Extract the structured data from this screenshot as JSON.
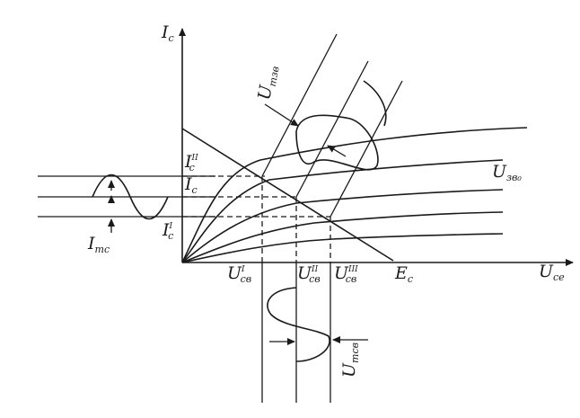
{
  "labels": {
    "ic_axis": {
      "main": "I",
      "sub": "c",
      "sup": ""
    },
    "uce_axis": {
      "main": "U",
      "sub": "ce",
      "sup": ""
    },
    "ic_ii": {
      "main": "I",
      "sub": "c",
      "sup": "II"
    },
    "ic_0": {
      "main": "I",
      "sub": "c",
      "sup": ""
    },
    "ic_i": {
      "main": "I",
      "sub": "c",
      "sup": "I"
    },
    "imc": {
      "main": "I",
      "sub": "mc",
      "sup": ""
    },
    "uce_i": {
      "main": "U",
      "sub": "cв",
      "sup": "I"
    },
    "uce_ii": {
      "main": "U",
      "sub": "cв",
      "sup": "II"
    },
    "uce_iii": {
      "main": "U",
      "sub": "cв",
      "sup": "III"
    },
    "ec": {
      "main": "E",
      "sub": "c",
      "sup": ""
    },
    "umze": {
      "main": "U",
      "sub": "mзв",
      "sup": ""
    },
    "uzeo": {
      "main": "U",
      "sub": "зв₀",
      "sup": ""
    },
    "umce": {
      "main": "U",
      "sub": "mсв",
      "sup": ""
    }
  }
}
